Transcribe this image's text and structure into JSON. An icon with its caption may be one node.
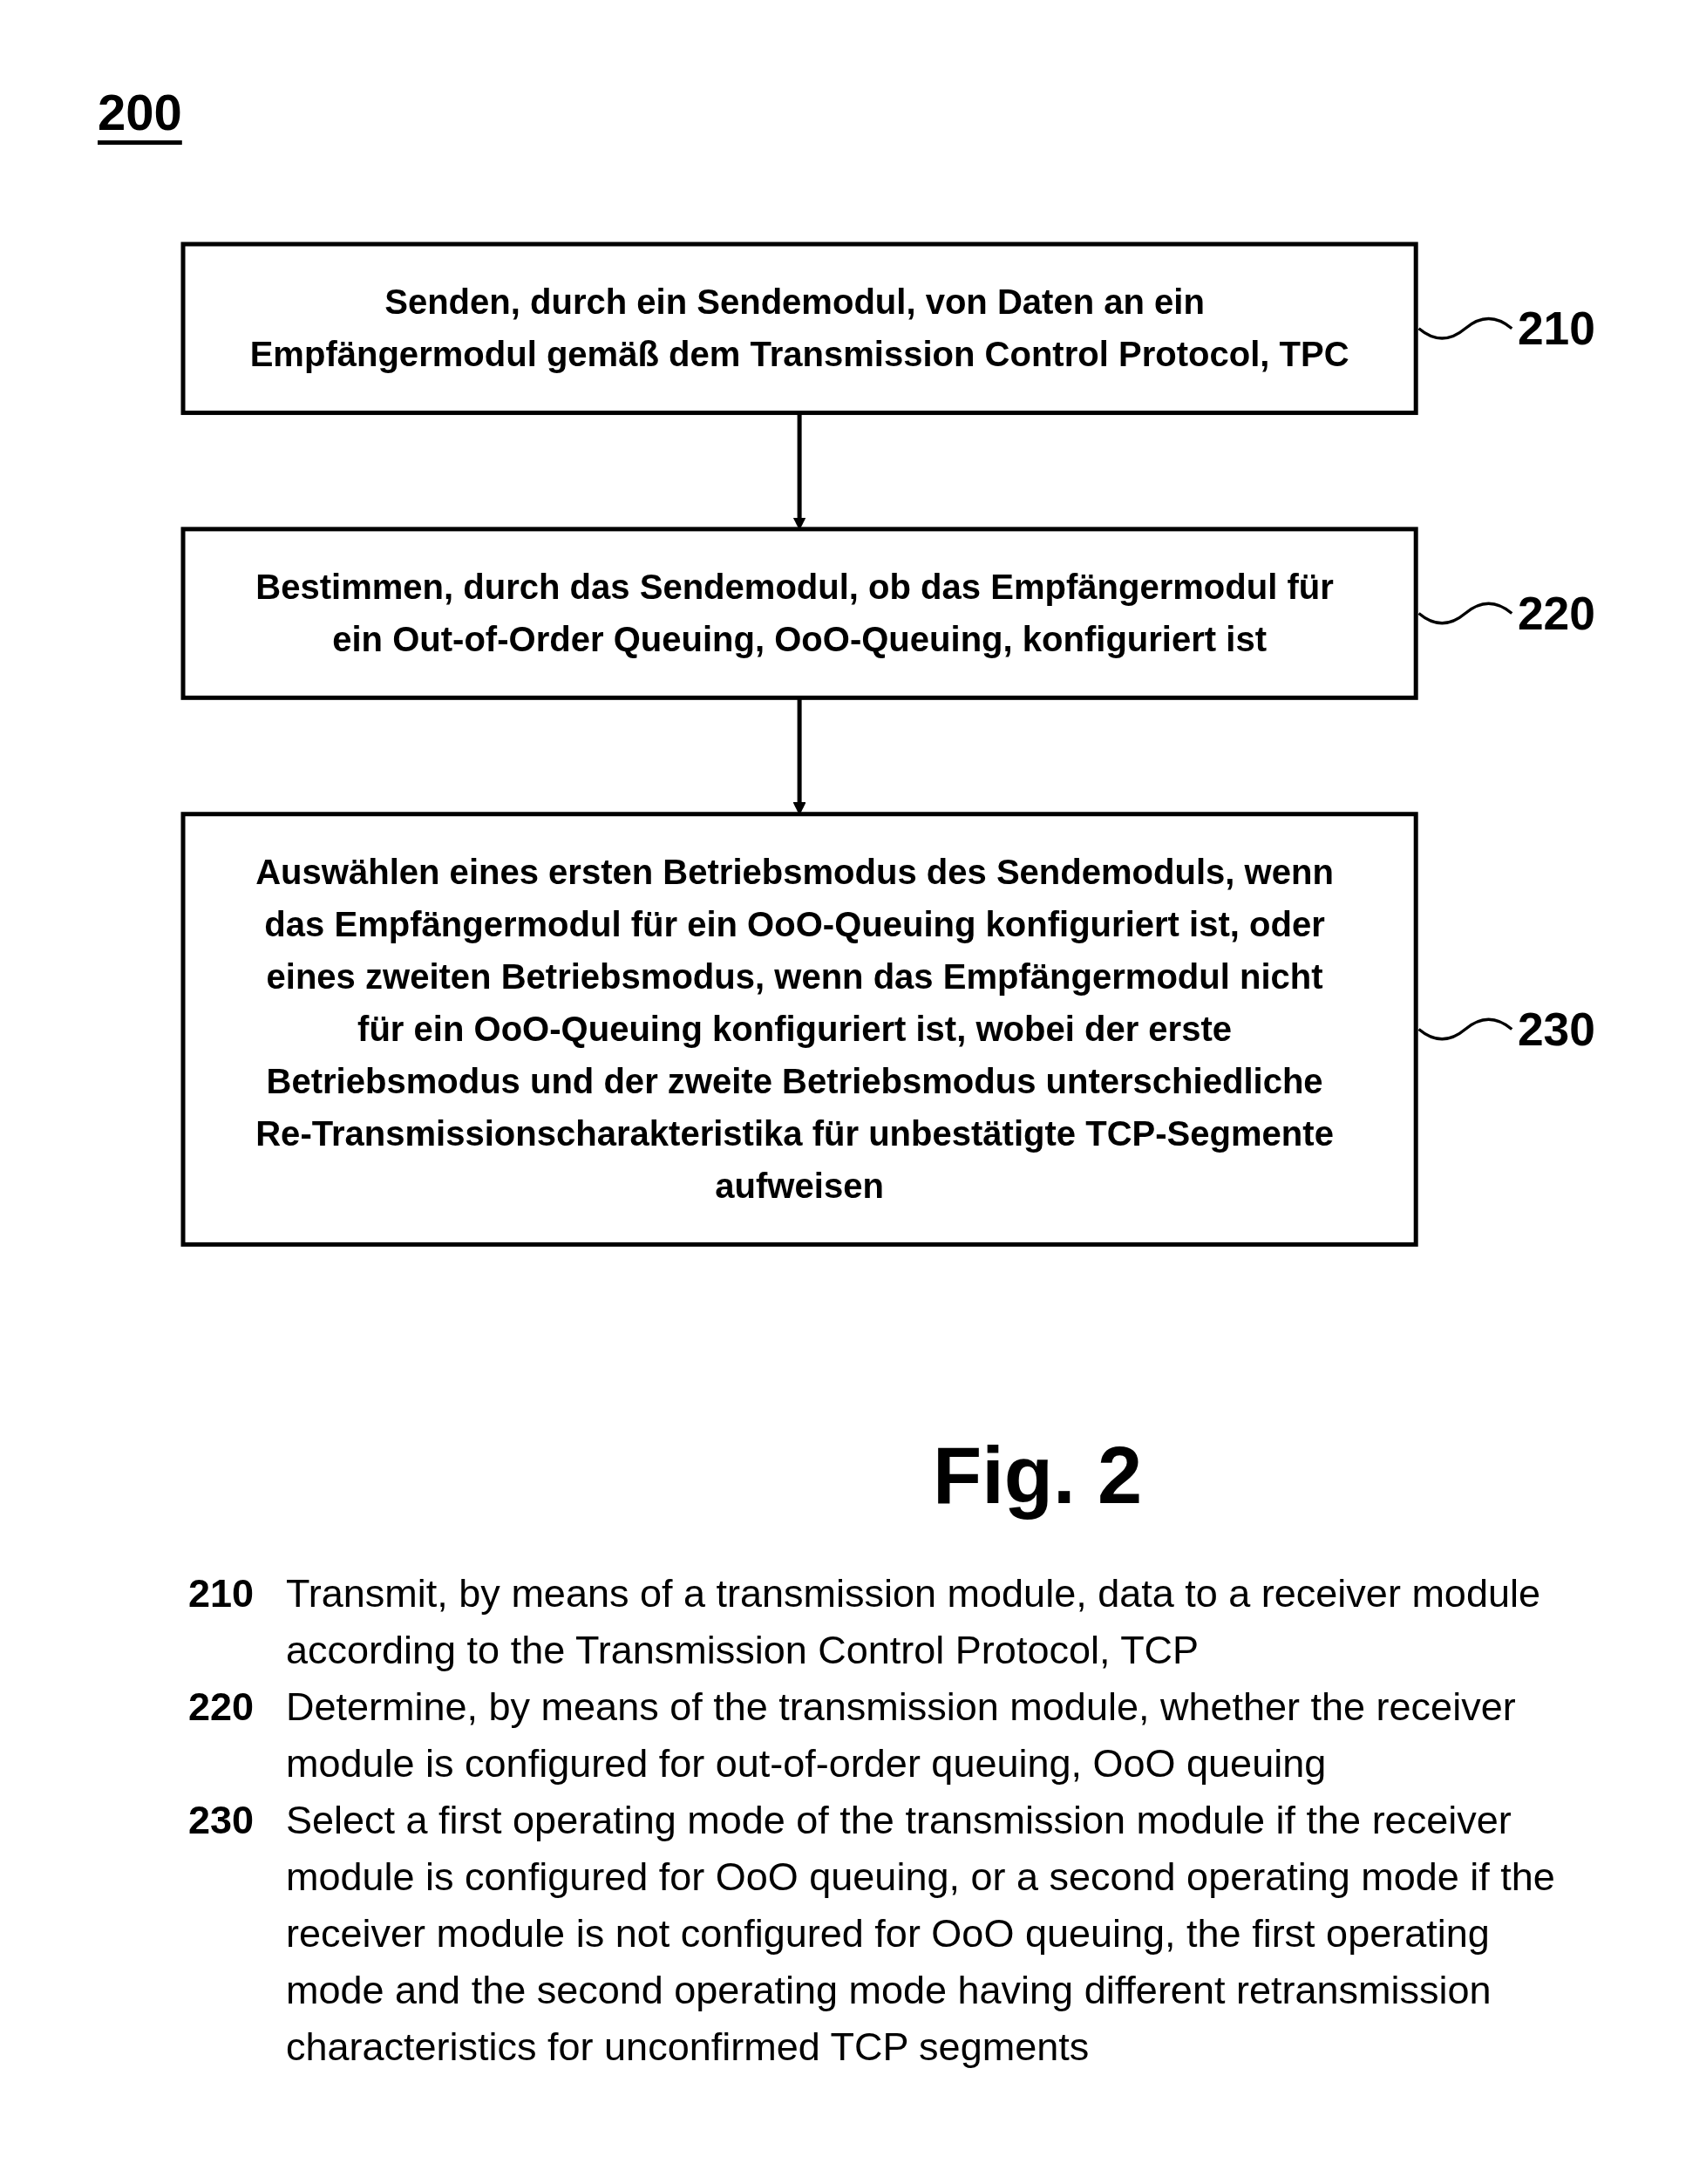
{
  "diagram": {
    "caption": "Fig. 2",
    "nodes": [
      {
        "text": [
          "Senden, durch ein Sendemodul, von Daten an ein Empfängermodul gemäß dem Transmission Control Protocol, TPC"
        ]
      },
      {
        "text": [
          "210"
        ]
      },
      {
        "text": [
          "Bestimmen, durch das Sendemodul, ob das Empfängermodul für ein Out-of-Order Queuing, OoO-Queuing, konfiguriert ist"
        ]
      },
      {
        "text": [
          "220"
        ]
      },
      {
        "text": [
          "Auswählen eines ersten Betriebsmodus des Sendemoduls, wenn das Empfängermodul für ein OoO-Queuing konfiguriert ist, oder eines zweiten Betriebsmodus, wenn das Empfängermodul nicht für ein OoO-Queuing konfiguriert ist, wobei der erste Betriebsmodus und der zweite Betriebsmodus unterschiedliche Re-Transmissionscharakteristika für unbestätigte TCP-Segmente aufweisen"
        ]
      },
      {
        "text": [
          "230"
        ]
      }
    ],
    "edges": [
      {
        "from": 1,
        "to": 0,
        "arrow": "none"
      },
      {
        "from": 0,
        "to": 2,
        "arrow": "to"
      },
      {
        "from": 3,
        "to": 2,
        "arrow": "none"
      },
      {
        "from": 2,
        "to": 4,
        "arrow": "to"
      },
      {
        "from": 5,
        "to": 4,
        "arrow": "none"
      }
    ],
    "labels": [
      "200",
      "210",
      "Transmit, by means of a transmission module, data to a receiver module according to the Transmission Control Protocol, TCP",
      "220",
      "Determine, by means of the transmission module, whether the receiver module is configured for out-of-order queuing, OoO queuing",
      "230",
      "Select a first operating mode of the transmission module if the receiver module is configured for OoO queuing, or a second operating mode if the receiver module is not configured for OoO queuing, the first operating mode and the second operating mode having different retransmission characteristics for unconfirmed TCP segments"
    ]
  }
}
